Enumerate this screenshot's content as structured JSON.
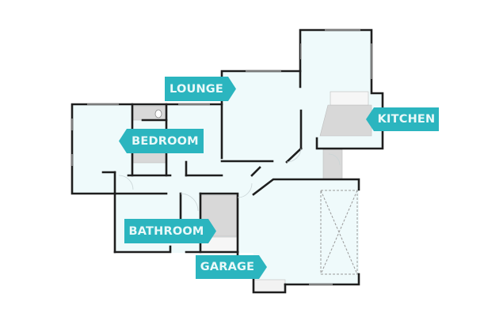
{
  "diagram": {
    "type": "floor-plan",
    "colors": {
      "label_bg": "#2bb5bf",
      "label_text": "#eaf9f9",
      "floor": "#effafb",
      "wall": "#1e1e1e",
      "fixture": "#d8d8d8"
    },
    "rooms": [
      {
        "id": "lounge",
        "label": "LOUNGE",
        "pointer": "right"
      },
      {
        "id": "kitchen",
        "label": "KITCHEN",
        "pointer": "left"
      },
      {
        "id": "bedroom",
        "label": "BEDROOM",
        "pointer": "left"
      },
      {
        "id": "bathroom",
        "label": "BATHROOM",
        "pointer": "right"
      },
      {
        "id": "garage",
        "label": "GARAGE",
        "pointer": "right"
      }
    ]
  }
}
